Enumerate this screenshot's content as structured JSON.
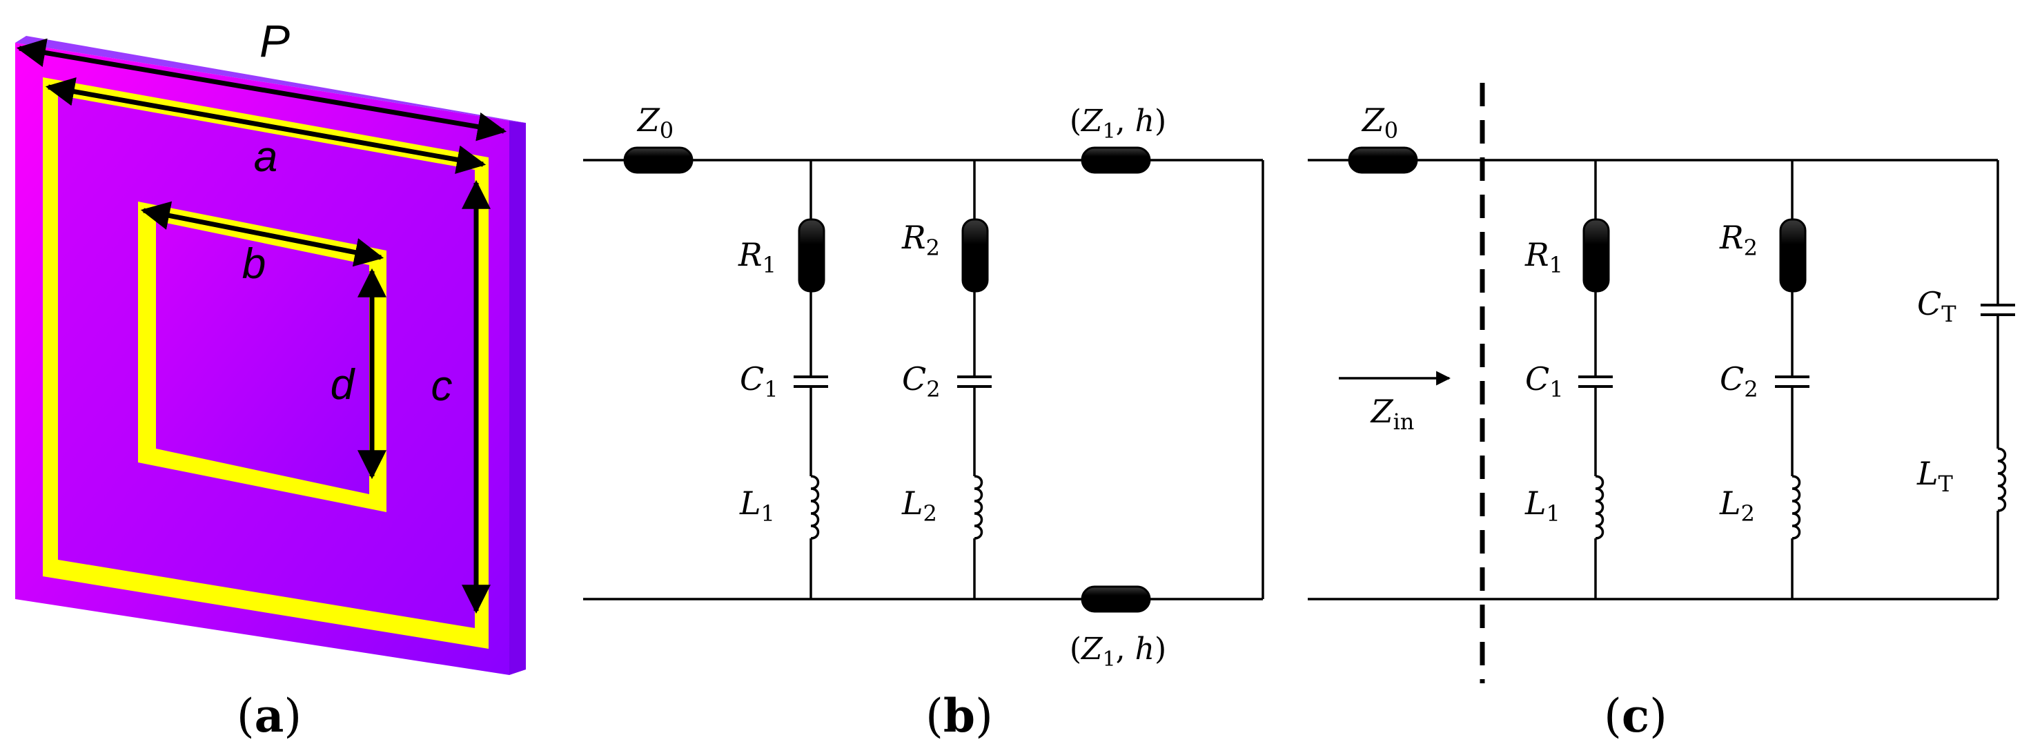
{
  "panel_a": {
    "dim_P": "P",
    "dim_a": "a",
    "dim_b": "b",
    "dim_c": "c",
    "dim_d": "d",
    "colors": {
      "substrate_top": "#ff00ff",
      "substrate_bottom": "#8a00ff",
      "substrate_edge": "#7a00ee",
      "ring": "#ffff00",
      "arrow": "#000000"
    }
  },
  "panel_b": {
    "source_impedance": {
      "sym": "Z",
      "sub": "0"
    },
    "branch1": {
      "resistor": {
        "sym": "R",
        "sub": "1"
      },
      "capacitor": {
        "sym": "C",
        "sub": "1"
      },
      "inductor": {
        "sym": "L",
        "sub": "1"
      }
    },
    "branch2": {
      "resistor": {
        "sym": "R",
        "sub": "2"
      },
      "capacitor": {
        "sym": "C",
        "sub": "2"
      },
      "inductor": {
        "sym": "L",
        "sub": "2"
      }
    },
    "line_top": {
      "open": "(",
      "sym": "Z",
      "sub": "1",
      "rest": ", ",
      "h": "h",
      "close": ")"
    },
    "line_bottom": {
      "open": "(",
      "sym": "Z",
      "sub": "1",
      "rest": ", ",
      "h": "h",
      "close": ")"
    }
  },
  "panel_c": {
    "source_impedance": {
      "sym": "Z",
      "sub": "0"
    },
    "input_impedance": {
      "sym": "Z",
      "sub": "in"
    },
    "branch1": {
      "resistor": {
        "sym": "R",
        "sub": "1"
      },
      "capacitor": {
        "sym": "C",
        "sub": "1"
      },
      "inductor": {
        "sym": "L",
        "sub": "1"
      }
    },
    "branch2": {
      "resistor": {
        "sym": "R",
        "sub": "2"
      },
      "capacitor": {
        "sym": "C",
        "sub": "2"
      },
      "inductor": {
        "sym": "L",
        "sub": "2"
      }
    },
    "branch_t": {
      "capacitor": {
        "sym": "C",
        "sub": "T"
      },
      "inductor": {
        "sym": "L",
        "sub": "T"
      }
    }
  },
  "captions": {
    "a": {
      "open": "(",
      "letter": "a",
      "close": ")"
    },
    "b": {
      "open": "(",
      "letter": "b",
      "close": ")"
    },
    "c": {
      "open": "(",
      "letter": "c",
      "close": ")"
    }
  }
}
